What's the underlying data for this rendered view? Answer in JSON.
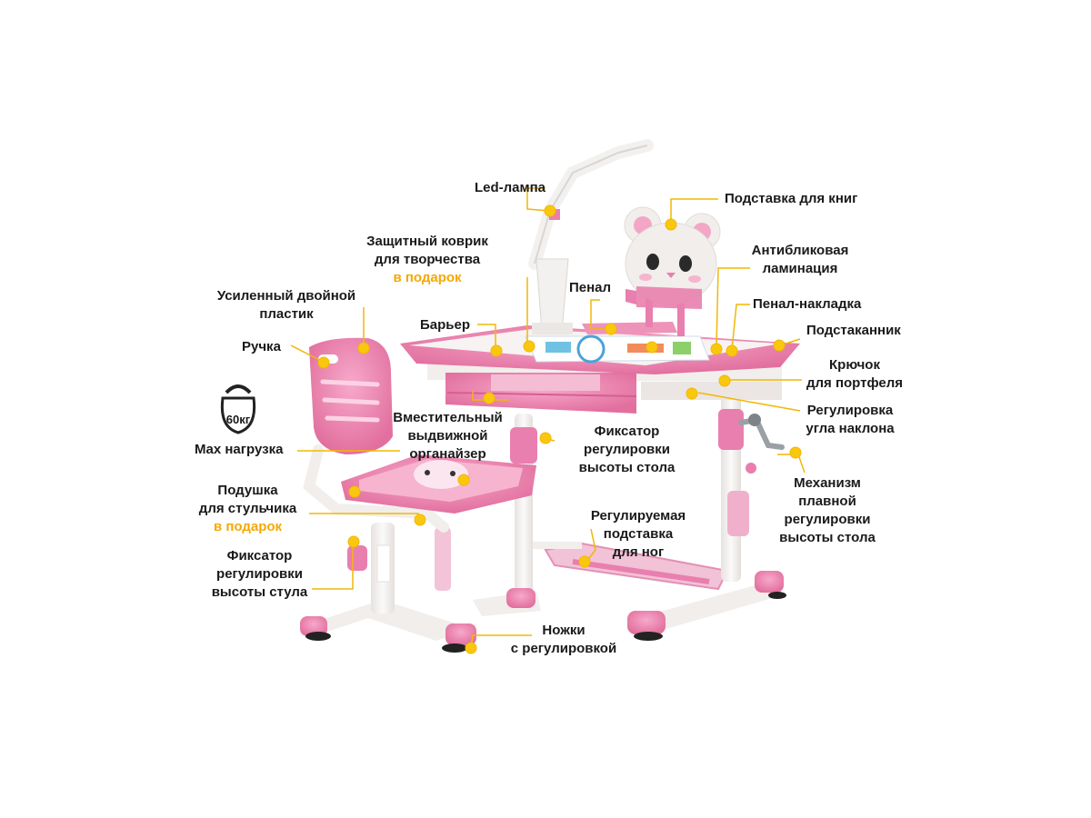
{
  "labels": {
    "led_lamp": "Led-лампа",
    "book_stand": "Подставка для книг",
    "mat_line1": "Защитный коврик",
    "mat_line2": "для творчества",
    "mat_gift": "в подарок",
    "antiglare_line1": "Антибликовая",
    "antiglare_line2": "ламинация",
    "reinforced_line1": "Усиленный двойной",
    "reinforced_line2": "пластик",
    "pencil_case": "Пенал",
    "pencil_overlay": "Пенал-накладка",
    "barrier": "Барьер",
    "cup_holder": "Подстаканник",
    "handle": "Ручка",
    "hook_line1": "Крючок",
    "hook_line2": "для портфеля",
    "tilt_line1": "Регулировка",
    "tilt_line2": "угла наклона",
    "organizer_line1": "Вместительный",
    "organizer_line2": "выдвижной",
    "organizer_line3": "органайзер",
    "table_lock_line1": "Фиксатор",
    "table_lock_line2": "регулировки",
    "table_lock_line3": "высоты стола",
    "max_load": "Max нагрузка",
    "weight": "60кг",
    "cushion_line1": "Подушка",
    "cushion_line2": "для стульчика",
    "cushion_gift": "в подарок",
    "mechanism_line1": "Механизм",
    "mechanism_line2": "плавной",
    "mechanism_line3": "регулировки",
    "mechanism_line4": "высоты стола",
    "footrest_line1": "Регулируемая",
    "footrest_line2": "подставка",
    "footrest_line3": "для ног",
    "chair_lock_line1": "Фиксатор",
    "chair_lock_line2": "регулировки",
    "chair_lock_line3": "высоты стула",
    "legs_line1": "Ножки",
    "legs_line2": "с регулировкой"
  },
  "colors": {
    "pink": "#e97fae",
    "pink_dark": "#d65e94",
    "white_plastic": "#f1eeec",
    "marker": "#f9c80e",
    "leader": "#f2b705",
    "gift_text": "#f6a800"
  },
  "icons": [
    "kettlebell-icon",
    "marker-icon"
  ]
}
